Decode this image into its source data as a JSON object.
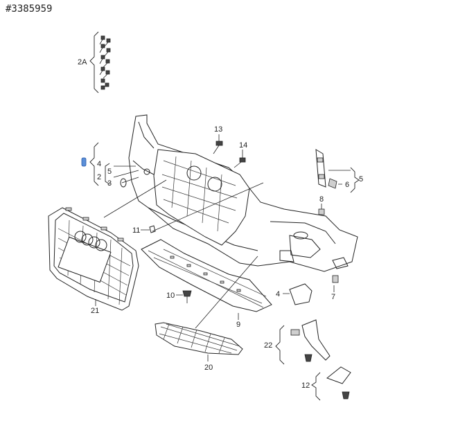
{
  "reference_number": "#3385959",
  "highlight_color": "#5b8fd8",
  "callouts": [
    {
      "id": "2A",
      "text": "2A"
    },
    {
      "id": "4a",
      "text": "4"
    },
    {
      "id": "5a",
      "text": "5"
    },
    {
      "id": "2",
      "text": "2"
    },
    {
      "id": "3",
      "text": "3"
    },
    {
      "id": "13",
      "text": "13"
    },
    {
      "id": "14",
      "text": "14"
    },
    {
      "id": "5b",
      "text": "5"
    },
    {
      "id": "6",
      "text": "6"
    },
    {
      "id": "8",
      "text": "8"
    },
    {
      "id": "11",
      "text": "11"
    },
    {
      "id": "21",
      "text": "21"
    },
    {
      "id": "10",
      "text": "10"
    },
    {
      "id": "9",
      "text": "9"
    },
    {
      "id": "4b",
      "text": "4"
    },
    {
      "id": "7",
      "text": "7"
    },
    {
      "id": "20",
      "text": "20"
    },
    {
      "id": "22",
      "text": "22"
    },
    {
      "id": "12",
      "text": "12"
    }
  ]
}
